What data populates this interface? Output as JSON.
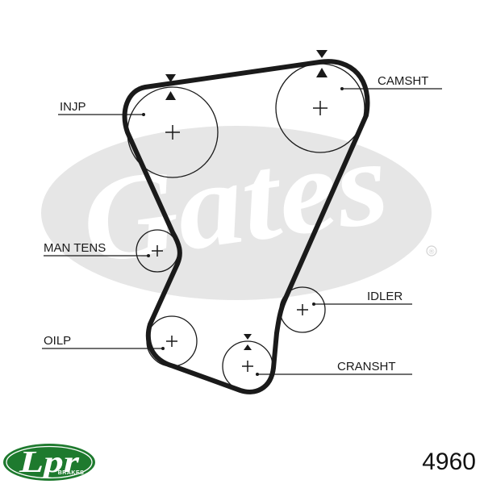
{
  "watermark": {
    "text": "Gates",
    "registered": "®",
    "color": "#e6e6e6"
  },
  "labels": {
    "injp": "INJP",
    "camsht": "CAMSHT",
    "man_tens": "MAN TENS",
    "idler": "IDLER",
    "oilp": "OILP",
    "cransht": "CRANSHT"
  },
  "part_number": "4960",
  "logo": {
    "text": "Lpr",
    "subtext": "BRAKES",
    "color": "#1e7a2e"
  },
  "colors": {
    "belt": "#1a1a1a",
    "ink": "#1a1a1a"
  }
}
